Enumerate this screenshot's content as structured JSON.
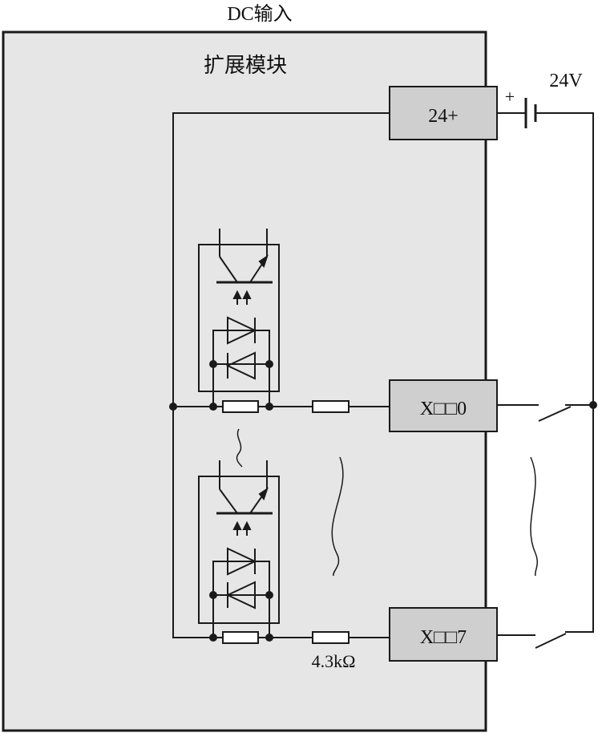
{
  "diagram": {
    "title": "DC输入",
    "module_label": "扩展模块",
    "supply_terminal": "24+",
    "battery_voltage": "24V",
    "battery_polarity": "+",
    "input_terminal_first": "X□□0",
    "input_terminal_last": "X□□7",
    "resistor_value": "4.3kΩ"
  },
  "colors": {
    "module_fill": "#e6e6e6",
    "terminal_fill": "#cfcfcf",
    "line": "#1a1a1a"
  }
}
